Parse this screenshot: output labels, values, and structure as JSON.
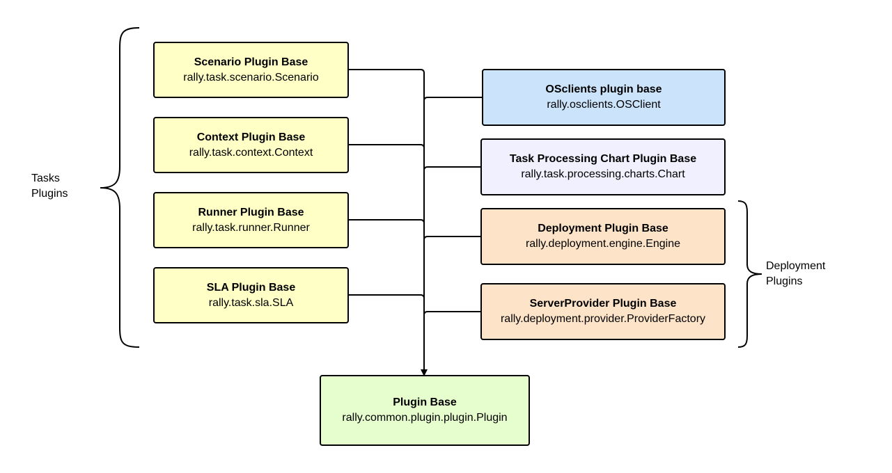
{
  "colors": {
    "task_box": "#ffffc6",
    "osclients_box": "#cce4fb",
    "chart_box": "#f0f0fe",
    "deployment_box": "#fde3c8",
    "plugin_base_box": "#e6fdcd",
    "line": "#000000"
  },
  "task_plugins": [
    {
      "title": "Scenario Plugin Base",
      "class_path": "rally.task.scenario.Scenario"
    },
    {
      "title": "Context Plugin Base",
      "class_path": "rally.task.context.Context"
    },
    {
      "title": "Runner Plugin Base",
      "class_path": "rally.task.runner.Runner"
    },
    {
      "title": "SLA Plugin Base",
      "class_path": "rally.task.sla.SLA"
    }
  ],
  "other_plugins": [
    {
      "title": "OSclients plugin base",
      "class_path": "rally.osclients.OSClient"
    },
    {
      "title": "Task Processing Chart Plugin Base",
      "class_path": "rally.task.processing.charts.Chart"
    },
    {
      "title": "Deployment Plugin Base",
      "class_path": "rally.deployment.engine.Engine"
    },
    {
      "title": "ServerProvider Plugin Base",
      "class_path": "rally.deployment.provider.ProviderFactory"
    }
  ],
  "base": {
    "title": "Plugin Base",
    "class_path": "rally.common.plugin.plugin.Plugin"
  },
  "groups": {
    "tasks_label": "Tasks\nPlugins",
    "deployment_label": "Deployment\nPlugins"
  }
}
